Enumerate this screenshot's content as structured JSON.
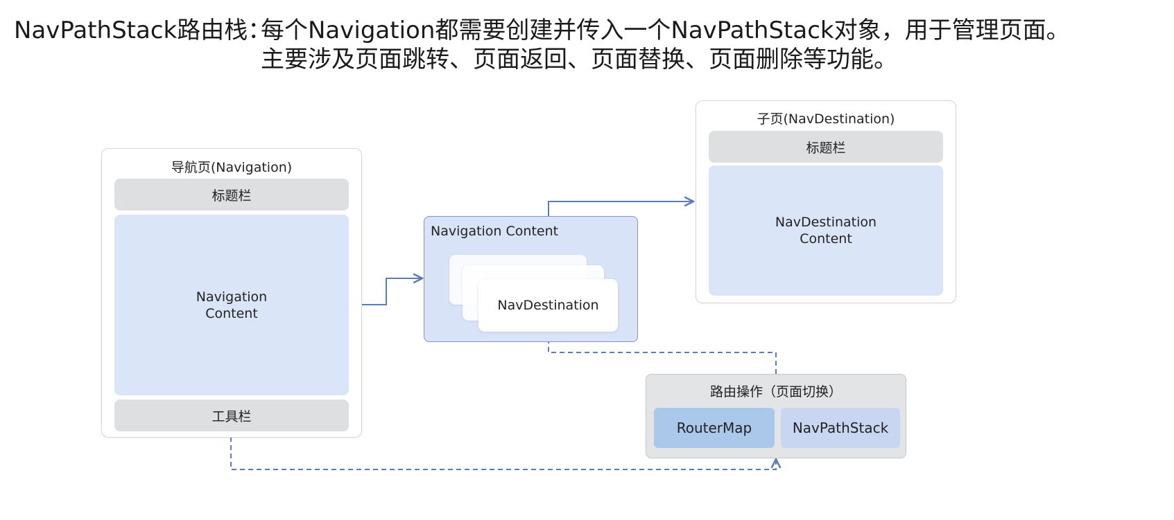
{
  "header": {
    "label": "NavPathStack路由栈：",
    "line1": "每个Navigation都需要创建并传入一个NavPathStack对象，用于管理页面。",
    "line2": "主要涉及页面跳转、页面返回、页面替换、页面删除等功能。"
  },
  "navigation_page": {
    "title": "导航页(Navigation)",
    "title_bar": "标题栏",
    "content": "Navigation\nContent",
    "toolbar": "工具栏"
  },
  "navigation_content": {
    "title": "Navigation Content",
    "card_label": "NavDestination"
  },
  "sub_page": {
    "title": "子页(NavDestination)",
    "title_bar": "标题栏",
    "content": "NavDestination\nContent"
  },
  "routing": {
    "title": "路由操作（页面切换）",
    "router_map": "RouterMap",
    "nav_path_stack": "NavPathStack"
  },
  "colors": {
    "connector": "#5b7bb5",
    "router_map_fill": "#a9c8ea",
    "nav_path_stack_fill": "#c9d6f2"
  }
}
